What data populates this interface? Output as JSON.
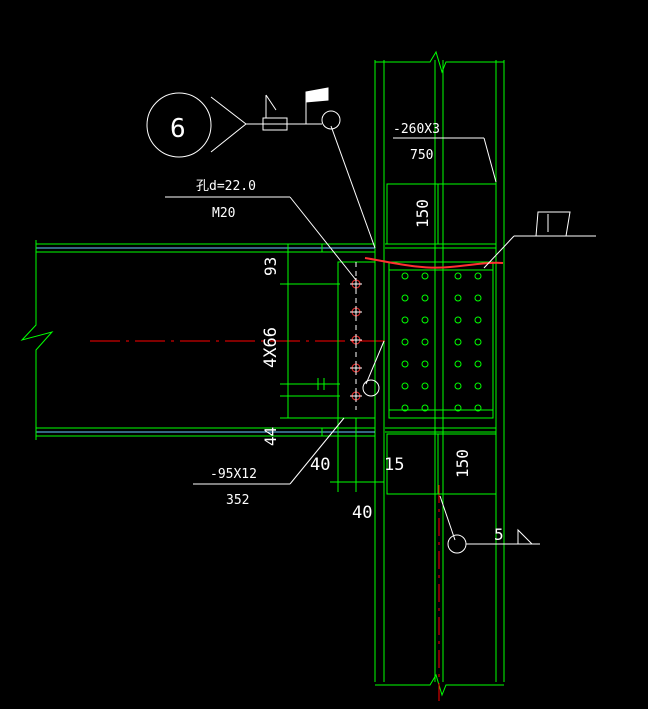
{
  "drawing": {
    "detail_number": "6",
    "stiffener_plate_label": "-260X3",
    "stiffener_plate_length": "750",
    "hole_label": "孔d=22.0",
    "bolt_label": "M20",
    "dim_top_spacing": "93",
    "dim_bolt_pitch": "4X66",
    "dim_bottom_spacing": "44",
    "dim_edge_left": "40",
    "dim_edge_right": "15",
    "dim_edge_bottom": "40",
    "dim_upper_stiffener": "150",
    "dim_lower_stiffener": "150",
    "shear_plate_label": "-95X12",
    "shear_plate_length": "352",
    "weld_size": "5",
    "colors": {
      "background": "#000000",
      "lines": "#00ff00",
      "text": "#ffffff",
      "centerline": "#ff0000",
      "beam_flange": "#66ccff",
      "leader": "#ffffff"
    }
  }
}
